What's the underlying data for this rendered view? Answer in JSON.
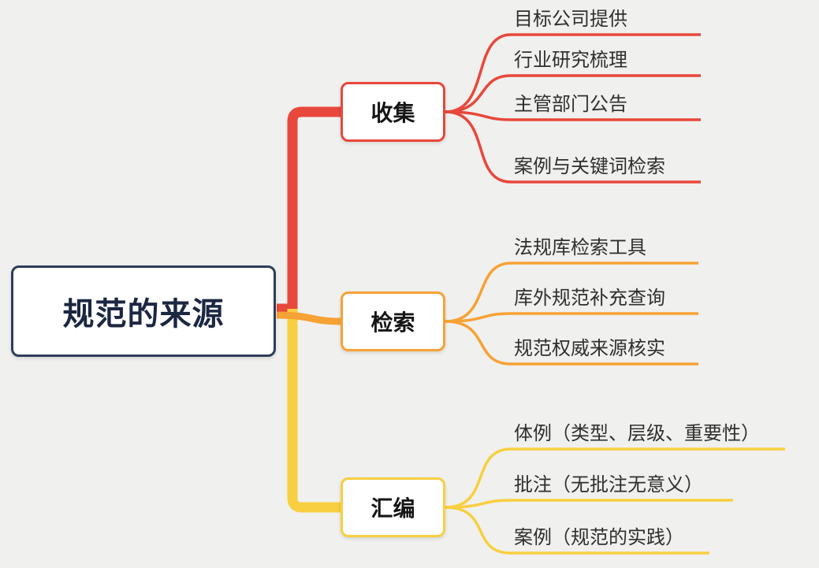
{
  "background_color": "#f0f0ee",
  "root": {
    "label": "规范的来源",
    "border_color": "#2e3d59"
  },
  "branches": [
    {
      "label": "收集",
      "color": "#e8473b",
      "leaves": [
        "目标公司提供",
        "行业研究梳理",
        "主管部门公告",
        "案例与关键词检索"
      ]
    },
    {
      "label": "检索",
      "color": "#f7a234",
      "leaves": [
        "法规库检索工具",
        "库外规范补充查询",
        "规范权威来源核实"
      ]
    },
    {
      "label": "汇编",
      "color": "#f8cf40",
      "leaves": [
        "体例（类型、层级、重要性）",
        "批注（无批注无意义）",
        "案例（规范的实践）"
      ]
    }
  ]
}
